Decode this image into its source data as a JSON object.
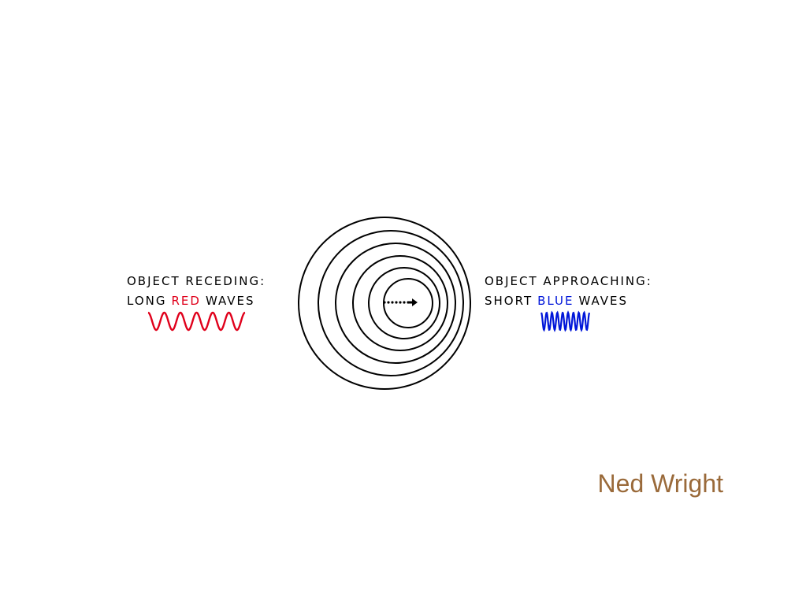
{
  "left": {
    "heading": "OBJECT RECEDING:",
    "line2_prefix": "LONG",
    "color_word": "RED",
    "line2_suffix": "WAVES",
    "wave_color": "#e0001b"
  },
  "right": {
    "heading": "OBJECT APPROACHING:",
    "line2_prefix": "SHORT",
    "color_word": "BLUE",
    "line2_suffix": "WAVES",
    "wave_color": "#0016d9"
  },
  "credit": "Ned Wright",
  "colors": {
    "ink": "#000000",
    "credit": "#9a6a3a"
  }
}
